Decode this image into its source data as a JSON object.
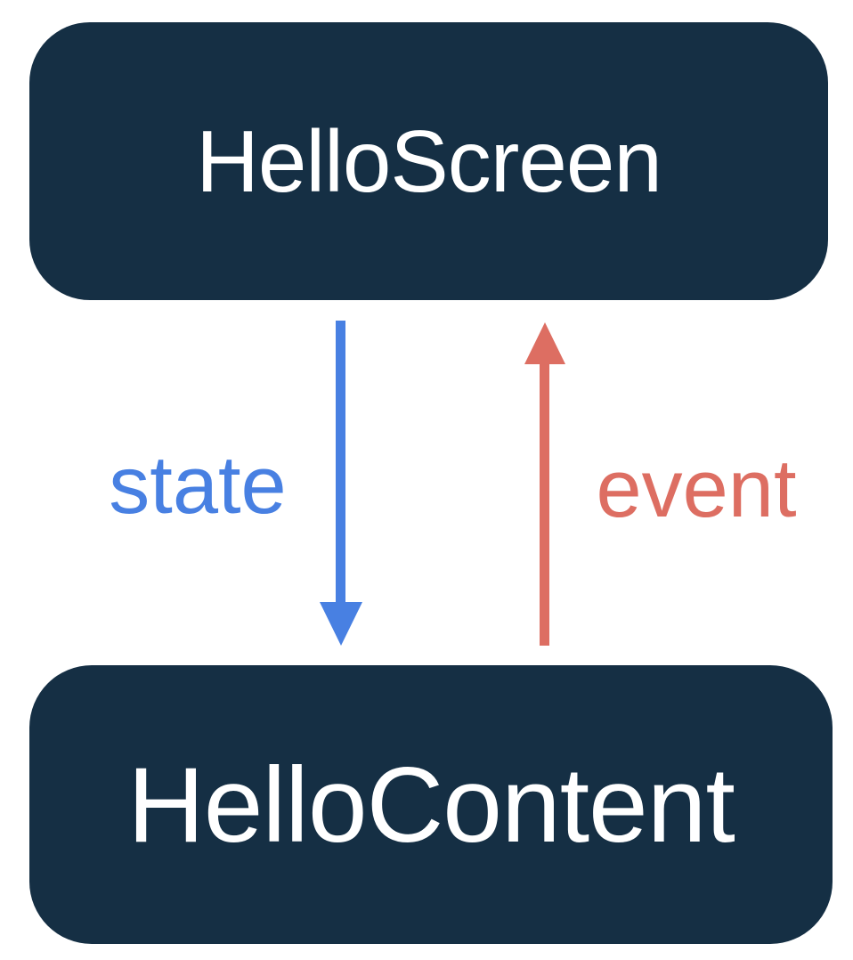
{
  "colors": {
    "background": "#ffffff",
    "node_fill": "#152f44",
    "node_text": "#ffffff",
    "state_accent": "#4880e2",
    "event_accent": "#dd6e62"
  },
  "nodes": [
    {
      "id": "hello-screen",
      "label": "HelloScreen"
    },
    {
      "id": "hello-content",
      "label": "HelloContent"
    }
  ],
  "edges": [
    {
      "id": "state",
      "label": "state",
      "direction": "down",
      "from": "HelloScreen",
      "to": "HelloContent",
      "color": "#4880e2",
      "icon": "arrowhead-down-icon"
    },
    {
      "id": "event",
      "label": "event",
      "direction": "up",
      "from": "HelloContent",
      "to": "HelloScreen",
      "color": "#dd6e62",
      "icon": "arrowhead-up-icon"
    }
  ]
}
